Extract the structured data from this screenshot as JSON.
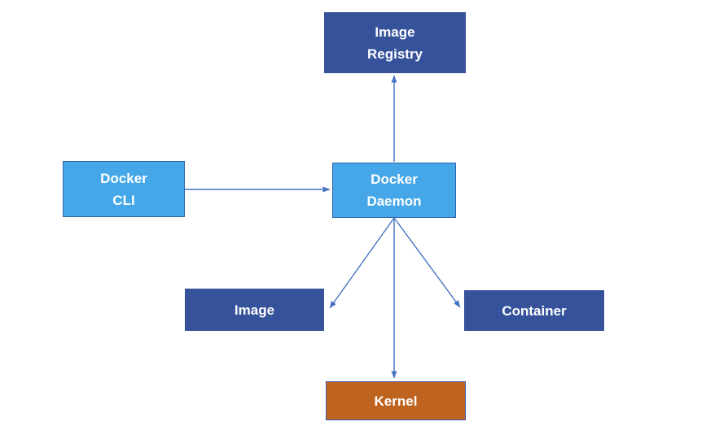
{
  "colors": {
    "background": "#FFFFFF",
    "dark_node_fill": "#35529B",
    "light_node_fill": "#45A7E8",
    "light_node_border": "#2C64A8",
    "orange_node_fill": "#BF6321",
    "orange_node_border": "#3C5CA8",
    "connector": "#4472C4",
    "node_text": "#FFFFFF"
  },
  "nodes": {
    "image_registry": {
      "line1": "Image",
      "line2": "Registry"
    },
    "docker_cli": {
      "line1": "Docker",
      "line2": "CLI"
    },
    "docker_daemon": {
      "line1": "Docker",
      "line2": "Daemon"
    },
    "image": {
      "line1": "Image"
    },
    "container": {
      "line1": "Container"
    },
    "kernel": {
      "line1": "Kernel"
    }
  },
  "edges": [
    {
      "from": "Docker CLI",
      "to": "Docker Daemon",
      "arrowhead_at": "Docker Daemon"
    },
    {
      "from": "Docker Daemon",
      "to": "Image Registry",
      "arrowhead_at": "Image Registry"
    },
    {
      "from": "Docker Daemon",
      "to": "Image",
      "arrowhead_at": "Image"
    },
    {
      "from": "Docker Daemon",
      "to": "Container",
      "arrowhead_at": "Container"
    },
    {
      "from": "Docker Daemon",
      "to": "Kernel",
      "arrowhead_at": "Kernel"
    }
  ]
}
